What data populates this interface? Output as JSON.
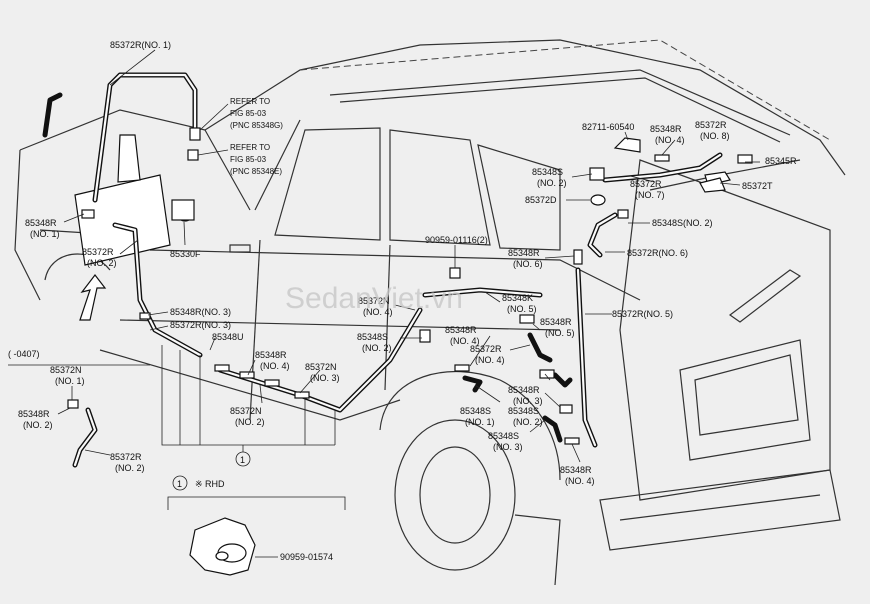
{
  "diagram": {
    "watermark": "SedanViet.vn",
    "labels": {
      "hose_no1_top": "85372R(NO. 1)",
      "refer1_line1": "REFER TO",
      "refer1_line2": "FIG 85-03",
      "refer1_line3": "(PNC 85348G)",
      "refer2_line1": "REFER TO",
      "refer2_line2": "FIG 85-03",
      "refer2_line3": "(PNC 85348E)",
      "jet_a": "85348R",
      "jet_a_no": "(NO. 1)",
      "hose_no2_left": "85372R",
      "hose_no2_left_no": "(NO. 2)",
      "pump": "85330F",
      "range_header": "(    -0407)",
      "inset_hose_n": "85372N",
      "inset_hose_n_no": "(NO. 1)",
      "inset_joint": "85348R",
      "inset_joint_no": "(NO. 2)",
      "inset_hose_r": "85372R",
      "inset_hose_r_no": "(NO. 2)",
      "joint_no3": "85348R(NO. 3)",
      "hose_no3": "85372R(NO. 3)",
      "clamp_u": "85348U",
      "joint_no4_left": "85348R",
      "joint_no4_left_no": "(NO. 4)",
      "hose_n3": "85372N",
      "hose_n3_no": "(NO. 3)",
      "hose_n2": "85372N",
      "hose_n2_no": "(NO. 2)",
      "circle_ref": "1",
      "rhd_note": "※ RHD",
      "clip": "90959-01574",
      "cap": "82711-60540",
      "joint_no4_top": "85348R",
      "joint_no4_top_no": "(NO. 4)",
      "hose_no8": "85372R",
      "hose_no8_no": "(NO. 8)",
      "nozzle": "85345R",
      "valve_s2": "85348S",
      "valve_s2_no": "(NO. 2)",
      "hose_no7": "85372R",
      "hose_no7_no": "(NO. 7)",
      "check_valve": "85372D",
      "rear_nozzle": "85372T",
      "valve_s2_right": "85348S(NO. 2)",
      "clip_grommet": "90959-01116(2)",
      "joint_no6": "85348R",
      "joint_no6_no": "(NO. 6)",
      "hose_no6": "85372R(NO. 6)",
      "hose_n4": "85372N",
      "hose_n4_no": "(NO. 4)",
      "joint_k5": "85348K",
      "joint_k5_no": "(NO. 5)",
      "hose_no5": "85372R(NO. 5)",
      "valve_s2_mid": "85348S",
      "valve_s2_mid_no": "(NO. 2)",
      "joint_no4_mid": "85348R",
      "joint_no4_mid_no": "(NO. 4)",
      "joint_r5": "85348R",
      "joint_r5_no": "(NO. 5)",
      "hose_no4": "85372R",
      "hose_no4_no": "(NO. 4)",
      "joint_no3_right": "85348R",
      "joint_no3_right_no": "(NO. 3)",
      "valve_s1": "85348S",
      "valve_s1_no": "(NO. 1)",
      "valve_s_no2_low": "85348S",
      "valve_s_no2_low_no": "(NO. 2)",
      "valve_s3": "85348S",
      "valve_s3_no": "(NO. 3)",
      "joint_no4_bottom": "85348R",
      "joint_no4_bottom_no": "(NO. 4)"
    }
  }
}
